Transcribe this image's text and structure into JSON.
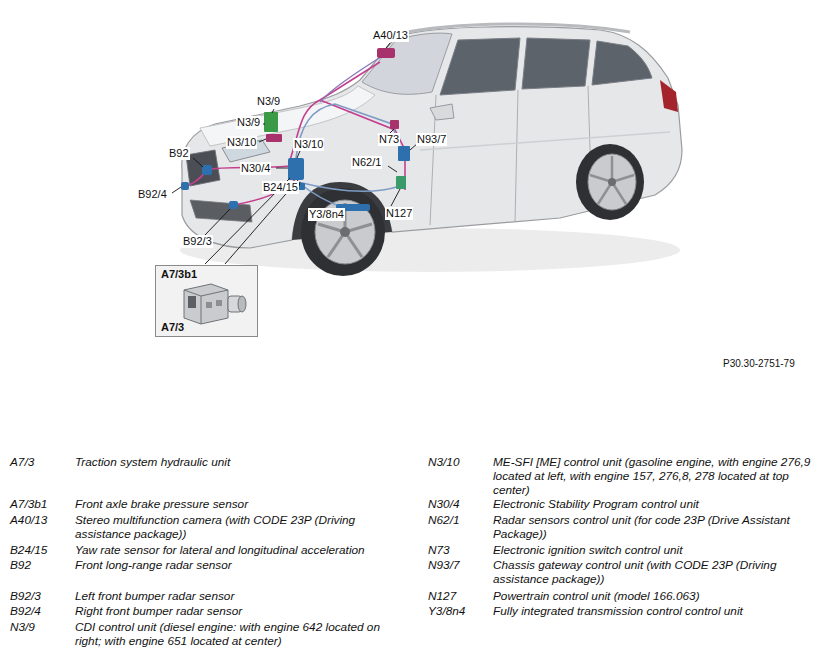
{
  "diagram": {
    "nodes": [
      {
        "text": [
          "A7/3b1",
          "A7/3"
        ]
      }
    ],
    "labels": [
      "A40/13",
      "N3/9",
      "N3/9",
      "N3/10",
      "N73",
      "N93/7",
      "N3/10",
      "B92",
      "N30/4",
      "N62/1",
      "B24/15",
      "B92/4",
      "N127",
      "Y3/8n4",
      "B92/3",
      "P30.30-2751-79",
      "A7/3",
      "Traction system hydraulic unit",
      "A7/3b1",
      "Front axle brake pressure sensor",
      "A40/13",
      "Stereo multifunction camera (with CODE 23P (Driving assistance package))",
      "B24/15",
      "Yaw rate sensor for lateral and longitudinal acceleration",
      "B92",
      "Front long-range radar sensor",
      "B92/3",
      "Left front bumper radar sensor",
      "B92/4",
      "Right front bumper radar sensor",
      "N3/9",
      "CDI control unit (diesel engine: with engine 642 located on right; with engine 651 located at center)",
      "N3/10",
      "ME-SFI [ME] control unit (gasoline engine, with engine 276,9 located at left, with engine 157, 276,8, 278 located at top center)",
      "N30/4",
      "Electronic Stability Program control unit",
      "N62/1",
      "Radar sensors control unit (for code 23P (Drive Assistant Package))",
      "N73",
      "Electronic ignition switch control unit",
      "N93/7",
      "Chassis gateway control unit (with CODE 23P (Driving assistance package))",
      "N127",
      "Powertrain control unit (model 166.063)",
      "Y3/8n4",
      "Fully integrated transmission control control unit"
    ]
  }
}
